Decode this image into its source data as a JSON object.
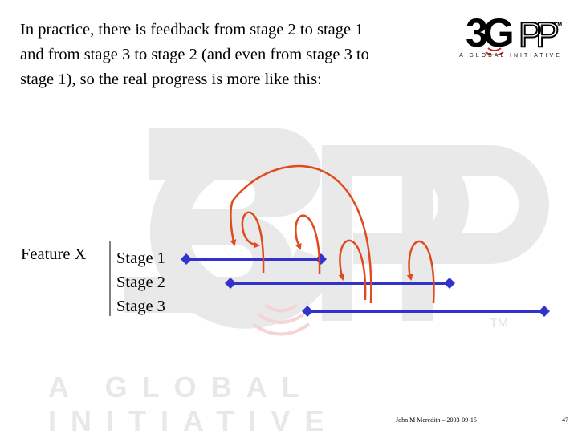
{
  "slide": {
    "intro_text": "In practice, there is feedback from stage 2 to stage 1\nand from stage 3 to stage 2 (and even from stage 3 to\nstage 1), so the real progress is more like this:",
    "feature_label": "Feature X",
    "stages": [
      "Stage 1",
      "Stage 2",
      "Stage 3"
    ],
    "footer_author": "John M Meredith – 2003-09-15",
    "page_number": "47"
  },
  "logo": {
    "brand": "3GPP",
    "tagline": "A GLOBAL INITIATIVE",
    "trademark": "TM"
  },
  "watermark": {
    "brand": "3GPP",
    "tagline": "A GLOBAL INITIATIVE",
    "trademark": "TM"
  },
  "colors": {
    "timeline": "#3333cc",
    "feedback_arrow": "#e04a1e",
    "watermark": "#e8e8e8",
    "logo_red": "#cc2222"
  }
}
